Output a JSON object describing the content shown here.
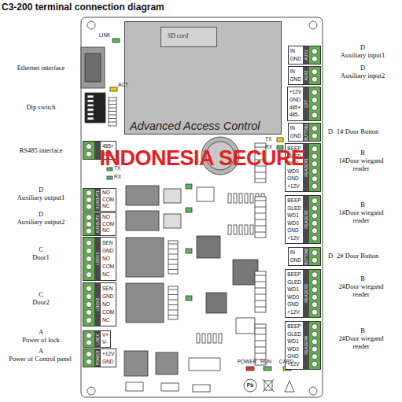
{
  "diagram": {
    "title": "C3-200 terminal connection diagram",
    "nodes": [
      {
        "text": [
          "Advanced Access Control"
        ]
      },
      {
        "text": [
          "SD card"
        ],
        "in": 0
      },
      {
        "text": [
          "485+",
          "485-"
        ]
      },
      {
        "text": [
          "AUXOUT1",
          "NO",
          "COM",
          "NC"
        ]
      },
      {
        "text": [
          "AUXOUT2",
          "NO",
          "COM",
          "NC"
        ]
      },
      {
        "text": [
          "LOCK1",
          "SEN",
          "GND",
          "NO",
          "COM",
          "NC"
        ]
      },
      {
        "text": [
          "LOCK2",
          "SEN",
          "GND",
          "NO",
          "COM",
          "NC"
        ]
      },
      {
        "text": [
          "LOCK",
          "V+",
          "V-"
        ]
      },
      {
        "text": [
          "POWER",
          "+12V",
          "GND"
        ]
      },
      {
        "text": [
          "AUX1",
          "IN",
          "GND"
        ]
      },
      {
        "text": [
          "AUX2",
          "IN",
          "GND"
        ]
      },
      {
        "text": [
          "EXT",
          "+12V",
          "GND",
          "485+",
          "485-"
        ]
      },
      {
        "text": [
          "BUTTON1",
          "IN",
          "GND"
        ]
      },
      {
        "text": [
          "READER1",
          "BEEP",
          "GLED",
          "WD1",
          "WD0",
          "GND",
          "+12V"
        ]
      },
      {
        "text": [
          "READER2",
          "BEEP",
          "GLED",
          "WD1",
          "WD0",
          "GND",
          "+12V"
        ]
      },
      {
        "text": [
          "BUTTON2",
          "IN",
          "GND"
        ]
      },
      {
        "text": [
          "READER3",
          "BEEP",
          "GLED",
          "WD1",
          "WD0",
          "GND",
          "+12V"
        ]
      },
      {
        "text": [
          "READER4",
          "BEEP",
          "GLED",
          "WD1",
          "WD0",
          "GND",
          "+12V"
        ]
      }
    ],
    "labels": [
      "LINK",
      "Ethernet interface",
      "ACT",
      "Dip switch",
      "RS485 interface",
      "TX",
      "RX",
      "TX",
      "RX",
      "D",
      "Auxiliary output1",
      "D",
      "Auxiliary output2",
      "C",
      "Door1",
      "C",
      "Door2",
      "A",
      "Power of lock",
      "A",
      "Power of Control panel",
      "D",
      "Auxiliary input1",
      "D",
      "Auxiliary input2",
      "D",
      "1# Door Button",
      "B",
      "1#Door wiegand reader",
      "B",
      "1#Door wiegand reader",
      "D",
      "2# Door Button",
      "B",
      "2#Door wiegand reader",
      "B",
      "2#Door wiegand reader",
      "INDONESIA SECURE",
      "POWER",
      "RUN",
      "CARD",
      "Pb"
    ]
  }
}
